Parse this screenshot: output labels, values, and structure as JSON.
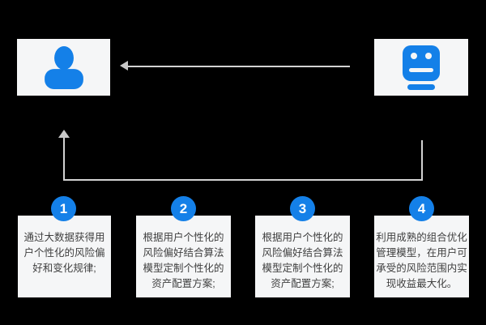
{
  "colors": {
    "background": "#000000",
    "panel": "#f5f6f7",
    "accent_blue": "#1480e8",
    "line_gray": "#d2d2d2",
    "text": "#404040"
  },
  "icons": {
    "user": "user-icon",
    "robot": "robot-icon"
  },
  "steps": [
    {
      "number": "1",
      "text": "通过大数据获得用\n户个性化的风险偏\n好和变化规律;"
    },
    {
      "number": "2",
      "text": "根据用户个性化的\n风险偏好结合算法\n模型定制个性化的\n资产配置方案;"
    },
    {
      "number": "3",
      "text": "根据用户个性化的\n风险偏好结合算法\n模型定制个性化的\n资产配置方案;"
    },
    {
      "number": "4",
      "text": "利用成熟的组合优化\n管理模型，在用户可\n承受的风险范围内实\n现收益最大化。"
    }
  ]
}
